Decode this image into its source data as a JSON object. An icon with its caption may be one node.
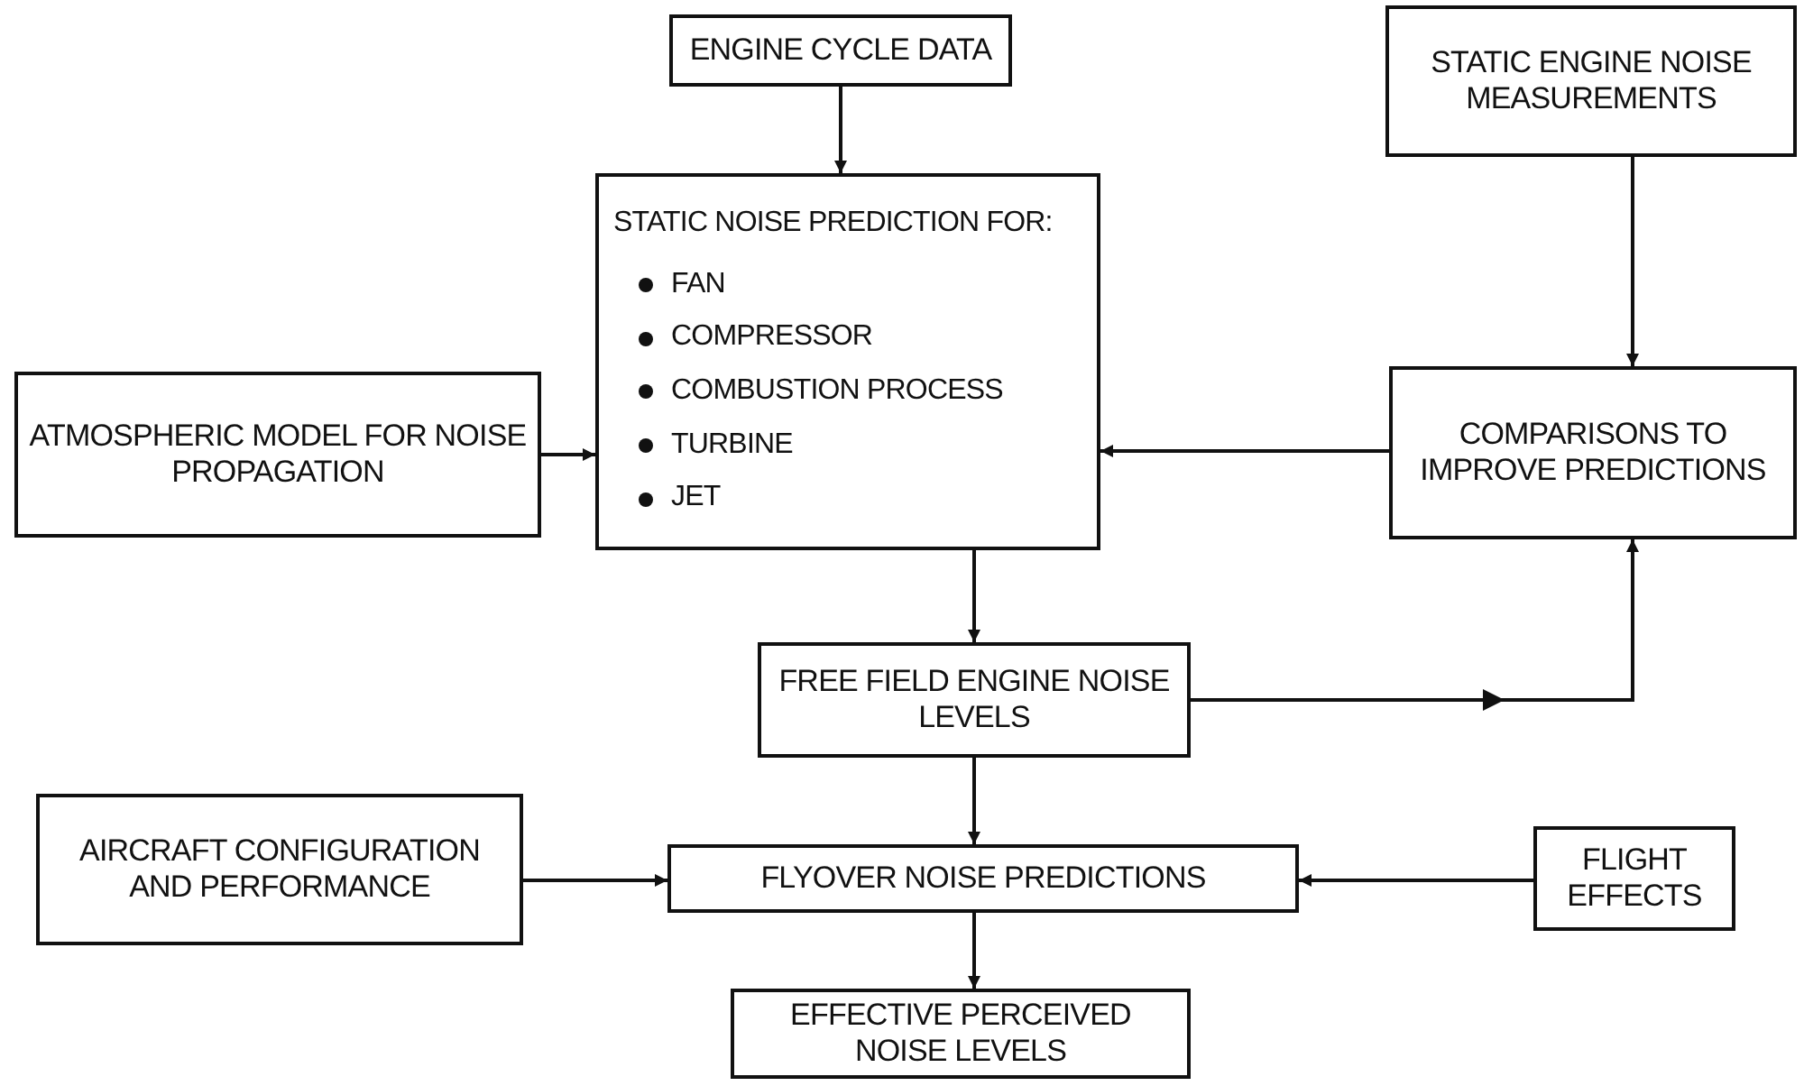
{
  "diagram": {
    "nodes": [
      {
        "text": [
          "ENGINE CYCLE DATA"
        ]
      },
      {
        "text": [
          "STATIC ENGINE NOISE MEASUREMENTS"
        ]
      },
      {
        "text": [
          "ATMOSPHERIC MODEL FOR NOISE PROPAGATION"
        ]
      },
      {
        "text": [
          "STATIC NOISE PREDICTION FOR:",
          "FAN",
          "COMPRESSOR",
          "COMBUSTION PROCESS",
          "TURBINE",
          "JET"
        ]
      },
      {
        "text": [
          "COMPARISONS TO IMPROVE PREDICTIONS"
        ]
      },
      {
        "text": [
          "FREE FIELD ENGINE NOISE LEVELS"
        ]
      },
      {
        "text": [
          "AIRCRAFT CONFIGURATION AND PERFORMANCE"
        ]
      },
      {
        "text": [
          "FLYOVER NOISE PREDICTIONS"
        ]
      },
      {
        "text": [
          "FLIGHT EFFECTS"
        ]
      },
      {
        "text": [
          "EFFECTIVE PERCEIVED NOISE LEVELS"
        ]
      }
    ],
    "edges": [
      {
        "from": 0,
        "to": 3,
        "arrow": "to"
      },
      {
        "from": 1,
        "to": 4,
        "arrow": "to"
      },
      {
        "from": 2,
        "to": 3,
        "arrow": "to"
      },
      {
        "from": 4,
        "to": 3,
        "arrow": "to"
      },
      {
        "from": 3,
        "to": 5,
        "arrow": "to"
      },
      {
        "from": 5,
        "to": 4,
        "arrow": "to"
      },
      {
        "from": 5,
        "to": 7,
        "arrow": "to"
      },
      {
        "from": 6,
        "to": 7,
        "arrow": "to"
      },
      {
        "from": 8,
        "to": 7,
        "arrow": "to"
      },
      {
        "from": 7,
        "to": 9,
        "arrow": "to"
      }
    ]
  }
}
